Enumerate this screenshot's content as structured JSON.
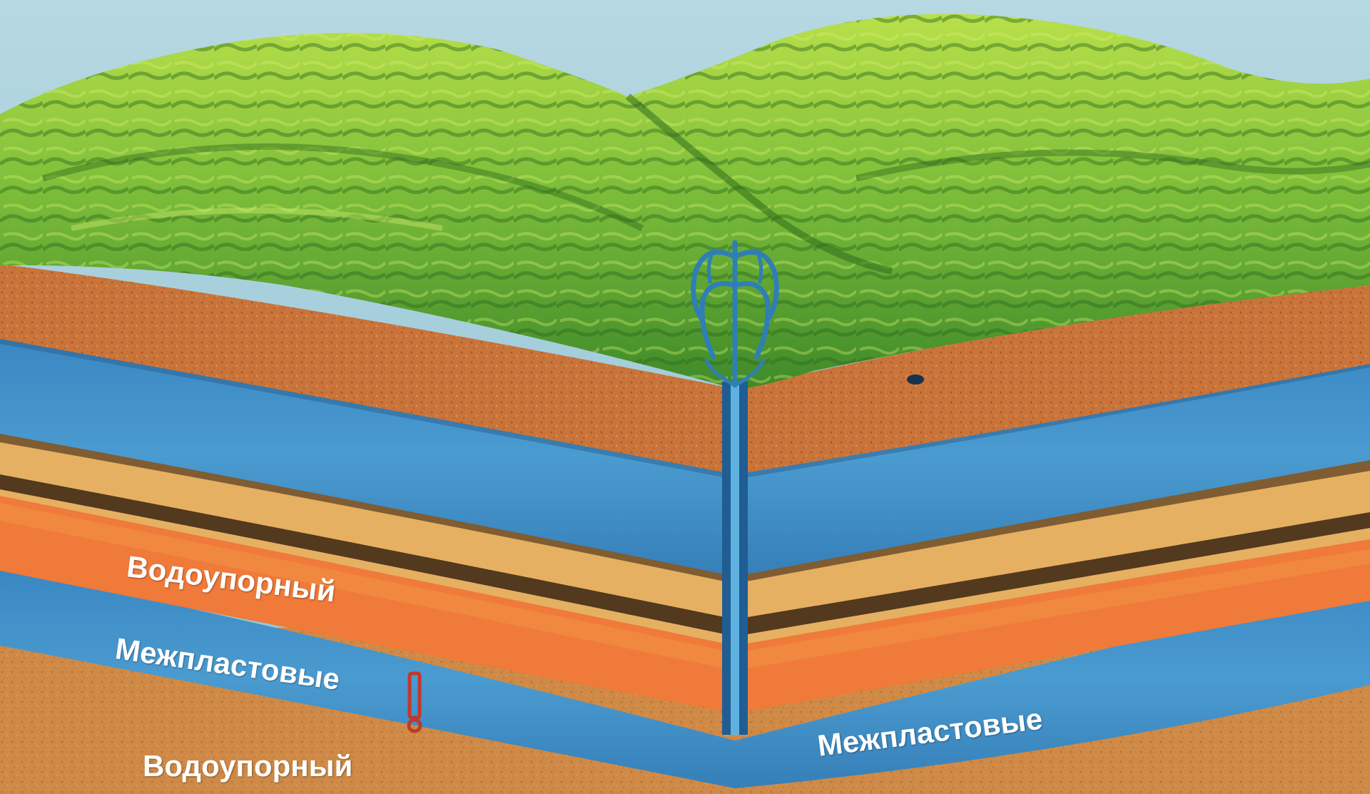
{
  "labels": {
    "upper_aquiclude": "Водоупорный",
    "left_aquifer": "Межпластовые",
    "right_aquifer": "Межпластовые",
    "lower_aquiclude": "Водоупорный"
  },
  "colors": {
    "sky": "#9dc9d6",
    "hills_light": "#b9e04a",
    "hills_dark": "#2f6b1c",
    "clay_upper": "#c9743a",
    "aquifer_blue": "#3d8fc7",
    "sand": "#e8b25f",
    "clay_orange": "#f07a3a",
    "dark_band": "#3a2412",
    "lower_soil": "#cf8a47",
    "well": "#1f5d93",
    "marker": "#c0392b"
  },
  "icons": {
    "well": "artesian-well-icon",
    "fountain": "water-fountain-icon",
    "marker": "exclamation-marker-icon"
  }
}
